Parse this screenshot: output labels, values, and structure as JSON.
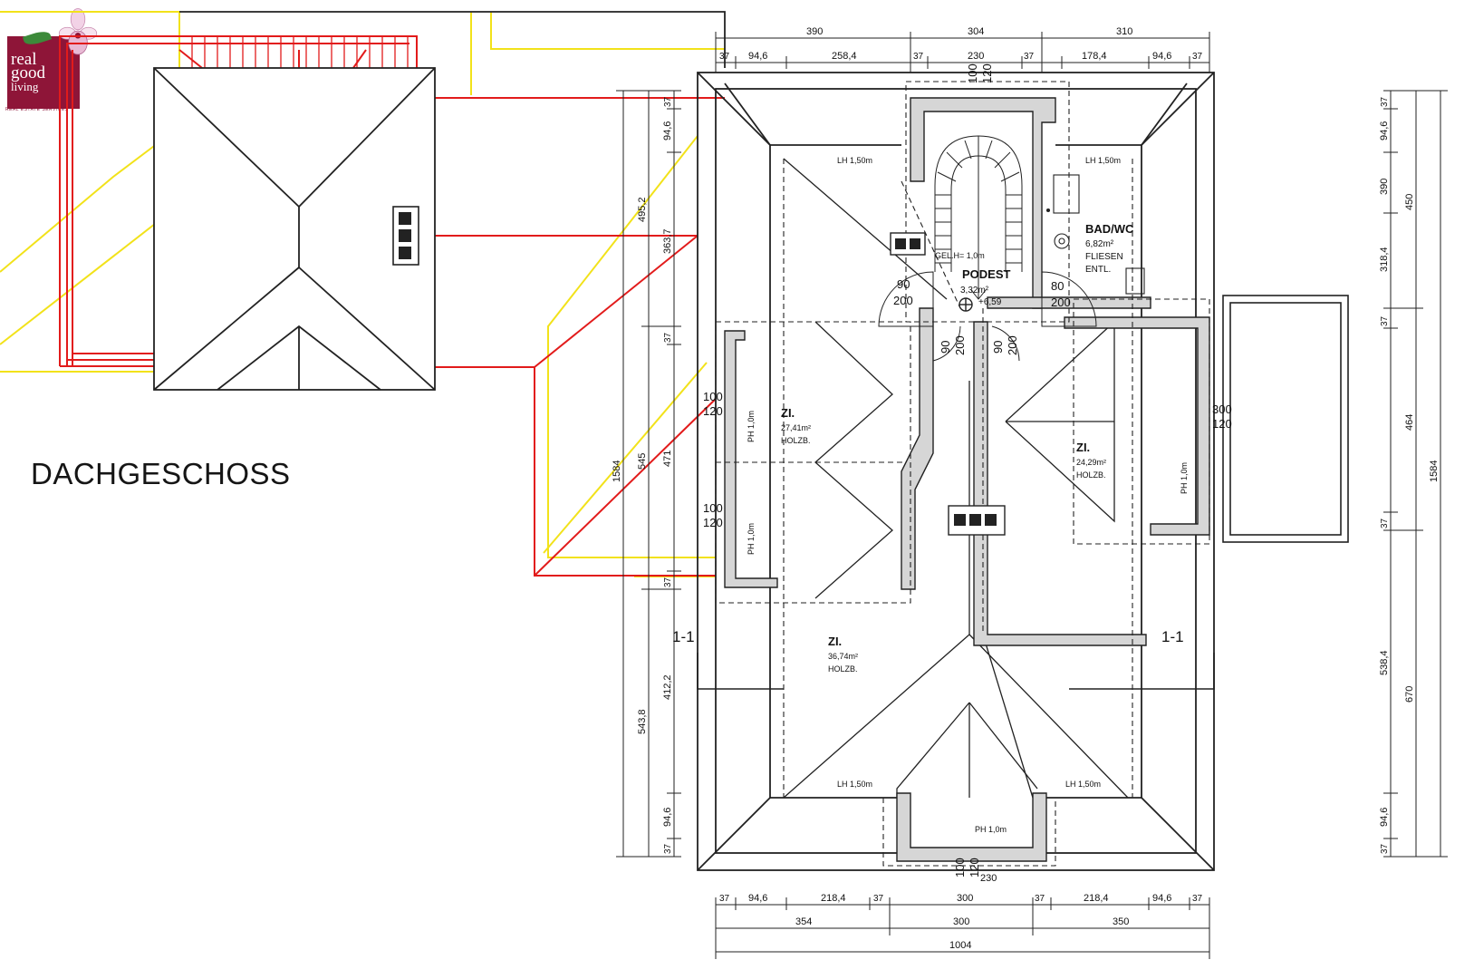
{
  "logo": {
    "line1": "real",
    "line2": "good",
    "line3": "living",
    "tagline": "REAL ESTATE SERVICES",
    "brand_color": "#8e1538"
  },
  "title": "DACHGESCHOSS",
  "rooms": {
    "podest": {
      "name": "PODEST",
      "area": "3,32m²",
      "level": "+6,59"
    },
    "bad": {
      "name": "BAD/WC",
      "area": "6,82m²",
      "floor": "FLIESEN",
      "vent": "ENTL."
    },
    "zi_left": {
      "name": "ZI.",
      "area": "27,41m²",
      "floor": "HOLZB."
    },
    "zi_right": {
      "name": "ZI.",
      "area": "24,29m²",
      "floor": "HOLZB."
    },
    "zi_bottom": {
      "name": "ZI.",
      "area": "36,74m²",
      "floor": "HOLZB."
    }
  },
  "annotations": {
    "lh_top_left": "LH 1,50m",
    "lh_top_right": "LH 1,50m",
    "lh_bottom_left": "LH 1,50m",
    "lh_bottom_right": "LH 1,50m",
    "gel_h": "GEL.H= 1,0m",
    "ph_left_1": "PH 1,0m",
    "ph_left_2": "PH 1,0m",
    "ph_right": "PH 1,0m",
    "ph_bottom": "PH 1,0m",
    "section_left": "1-1",
    "section_right": "1-1"
  },
  "doors": {
    "podest_left_w": "90",
    "podest_left_h": "200",
    "podest_right_w": "80",
    "podest_right_h": "200",
    "hall_left_w": "90",
    "hall_left_h": "200",
    "hall_right_w": "90",
    "hall_right_h": "200"
  },
  "windows": {
    "left_1_w": "100",
    "left_1_h": "120",
    "left_2_w": "100",
    "left_2_h": "120",
    "right_w": "300",
    "right_h": "120",
    "top_w": "100",
    "top_h": "120",
    "bottom_w": "100",
    "bottom_h": "120",
    "bottom_230": "230"
  },
  "dims_top": {
    "row1": [
      "390",
      "304",
      "310"
    ],
    "row2": [
      "37",
      "94,6",
      "258,4",
      "37",
      "230",
      "37",
      "178,4",
      "94,6",
      "37"
    ]
  },
  "dims_bottom": {
    "row1": [
      "37",
      "94,6",
      "218,4",
      "37",
      "300",
      "37",
      "218,4",
      "94,6",
      "37"
    ],
    "row2": [
      "354",
      "300",
      "350"
    ],
    "row3": [
      "1004"
    ]
  },
  "dims_left": {
    "outer": "1584",
    "mid": [
      "495,2",
      "545",
      "543,8"
    ],
    "inner": [
      "37",
      "94,6",
      "363,7",
      "37",
      "471",
      "37",
      "412,2",
      "94,6",
      "37"
    ]
  },
  "dims_right": {
    "outer": "1584",
    "mid": [
      "450",
      "464",
      "670"
    ],
    "inner": [
      "37",
      "94,6",
      "390",
      "318,4",
      "37",
      "37",
      "538,4",
      "94,6",
      "37"
    ]
  }
}
